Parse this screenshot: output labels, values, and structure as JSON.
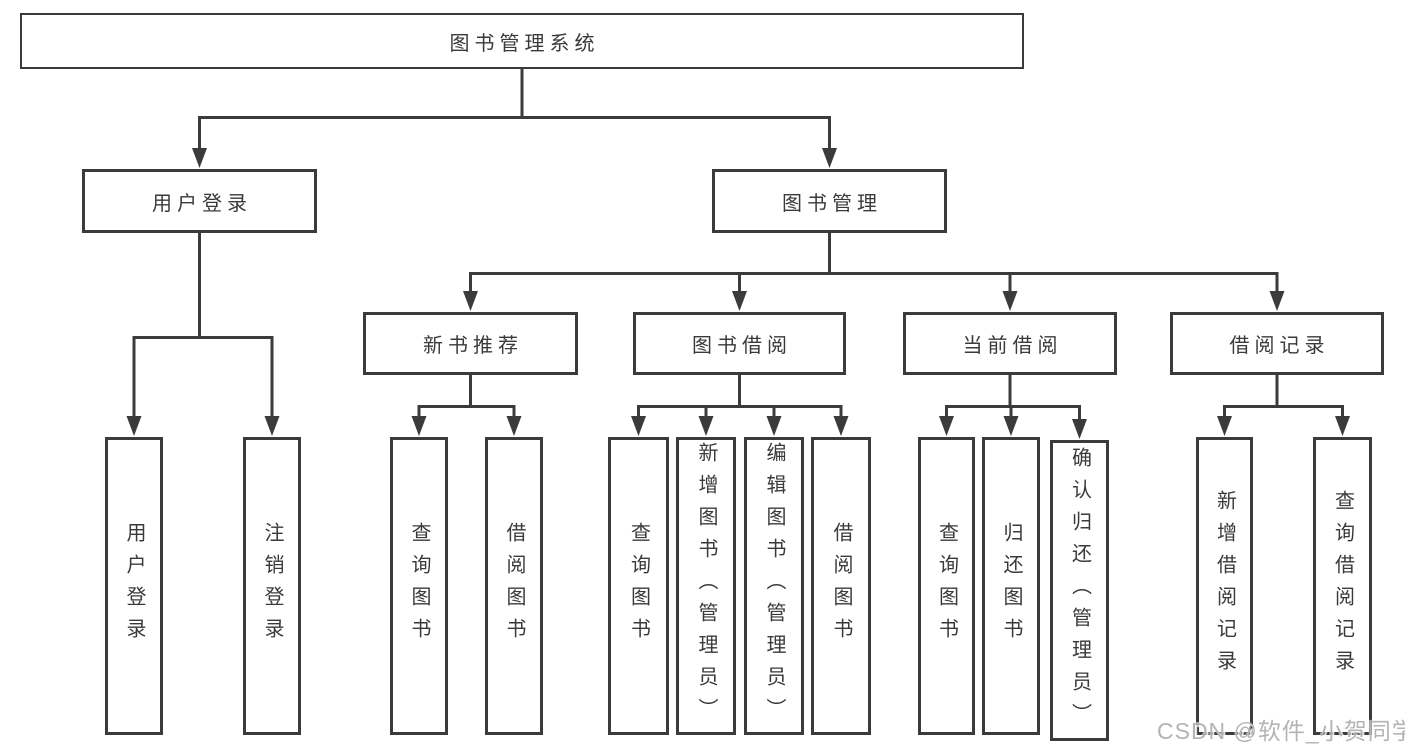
{
  "tree": {
    "root": {
      "label": "图书管理系统"
    },
    "login": {
      "label": "用户登录",
      "children": [
        {
          "label": "用户登录"
        },
        {
          "label": "注销登录"
        }
      ]
    },
    "management": {
      "label": "图书管理",
      "sections": [
        {
          "label": "新书推荐",
          "children": [
            {
              "label": "查询图书"
            },
            {
              "label": "借阅图书"
            }
          ]
        },
        {
          "label": "图书借阅",
          "children": [
            {
              "label": "查询图书"
            },
            {
              "label": "新增图书（管理员）"
            },
            {
              "label": "编辑图书（管理员）"
            },
            {
              "label": "借阅图书"
            }
          ]
        },
        {
          "label": "当前借阅",
          "children": [
            {
              "label": "查询图书"
            },
            {
              "label": "归还图书"
            },
            {
              "label": "确认归还（管理员）"
            }
          ]
        },
        {
          "label": "借阅记录",
          "children": [
            {
              "label": "新增借阅记录"
            },
            {
              "label": "查询借阅记录"
            }
          ]
        }
      ]
    }
  },
  "watermark": {
    "text": "CSDN @软件_小贺同学"
  },
  "colors": {
    "line": "#3b3b3b",
    "text": "#3a3a3a",
    "background": "#ffffff",
    "watermark": "#b4b4b4"
  }
}
